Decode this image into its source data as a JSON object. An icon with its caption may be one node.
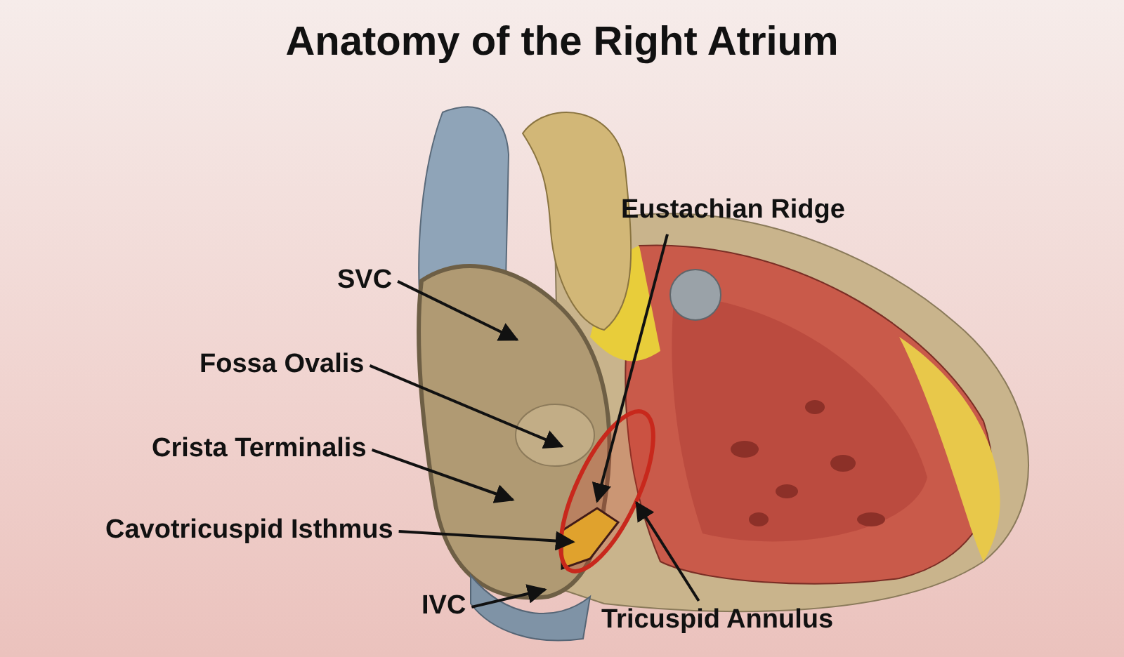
{
  "diagram": {
    "title": "Anatomy of the Right Atrium",
    "nodes": [
      {
        "text": [
          "Eustachian Ridge"
        ]
      },
      {
        "text": [
          "SVC"
        ]
      },
      {
        "text": [
          "Fossa Ovalis"
        ]
      },
      {
        "text": [
          "Crista Terminalis"
        ]
      },
      {
        "text": [
          "Cavotricuspid Isthmus"
        ]
      },
      {
        "text": [
          "IVC"
        ]
      },
      {
        "text": [
          "Tricuspid Annulus"
        ]
      }
    ],
    "edges": [
      {
        "from": 0,
        "to": null,
        "arrow": "to"
      },
      {
        "from": 1,
        "to": null,
        "arrow": "to"
      },
      {
        "from": 2,
        "to": null,
        "arrow": "to"
      },
      {
        "from": 3,
        "to": null,
        "arrow": "to"
      },
      {
        "from": 4,
        "to": null,
        "arrow": "to"
      },
      {
        "from": 5,
        "to": null,
        "arrow": "to"
      },
      {
        "from": 6,
        "to": null,
        "arrow": "to"
      }
    ]
  }
}
